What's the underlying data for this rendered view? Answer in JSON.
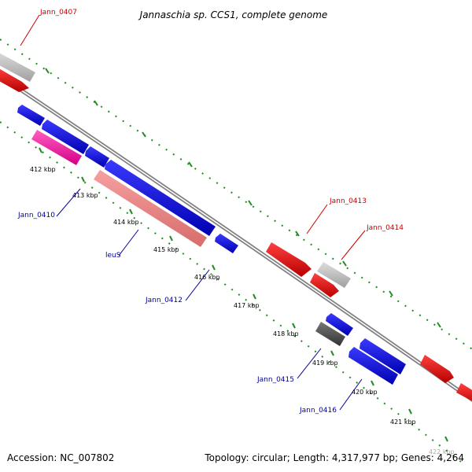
{
  "title": "Jannaschia sp. CCS1, complete genome",
  "footer": {
    "accession": "Accession: NC_007802",
    "summary": "Topology: circular; Length: 4,317,977 bp; Genes: 4,264"
  },
  "colors": {
    "forward_label": "#cc0000",
    "reverse_label": "#000099",
    "backbone": "#808080",
    "tick": "#228B22"
  },
  "scale_ticks": [
    "412 kbp",
    "413 kbp",
    "414 kbp",
    "415 kbp",
    "416 kbp",
    "417 kbp",
    "418 kbp",
    "419 kbp",
    "420 kbp",
    "421 kbp",
    "422 kbp"
  ],
  "labels": [
    {
      "text": "Jann_0407",
      "strand": "forward"
    },
    {
      "text": "Jann_0413",
      "strand": "forward"
    },
    {
      "text": "Jann_0414",
      "strand": "forward"
    },
    {
      "text": "Jann_0410",
      "strand": "reverse"
    },
    {
      "text": "leuS",
      "strand": "reverse"
    },
    {
      "text": "Jann_0412",
      "strand": "reverse"
    },
    {
      "text": "Jann_0415",
      "strand": "reverse"
    },
    {
      "text": "Jann_0416",
      "strand": "reverse"
    }
  ]
}
